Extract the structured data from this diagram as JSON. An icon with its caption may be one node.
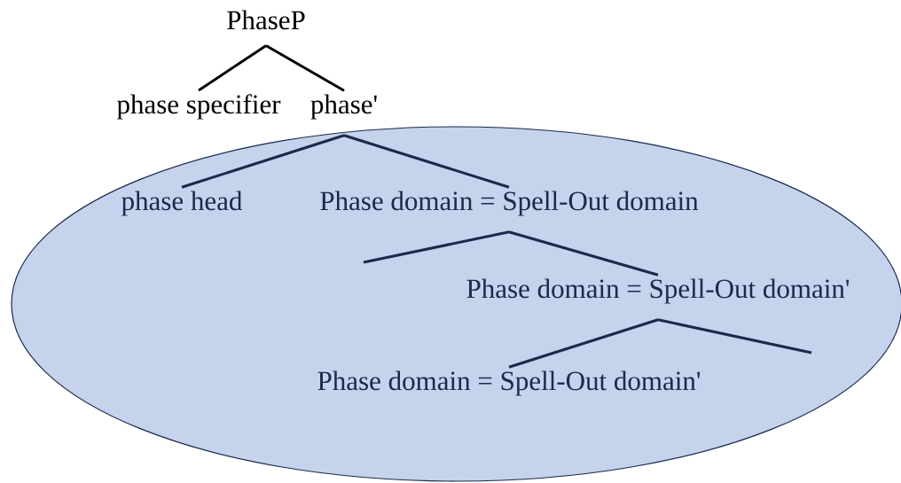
{
  "diagram": {
    "nodes": [
      {
        "text": [
          "PhaseP"
        ]
      },
      {
        "text": [
          "phase specifier"
        ]
      },
      {
        "text": [
          "phase'"
        ]
      },
      {
        "text": [],
        "shape": "ellipse"
      },
      {
        "text": [
          "phase head"
        ],
        "in": 3
      },
      {
        "text": [
          "Phase domain = Spell-Out domain"
        ],
        "in": 3
      },
      {
        "text": [
          "Phase domain = Spell-Out domain'"
        ],
        "in": 3
      },
      {
        "text": [
          "Phase domain = Spell-Out domain'"
        ],
        "in": 3
      }
    ],
    "edges": [
      {
        "from": 0,
        "to": 1,
        "arrow": "none",
        "color": "#000000"
      },
      {
        "from": 0,
        "to": 2,
        "arrow": "none",
        "color": "#000000"
      },
      {
        "from": 2,
        "to": 4,
        "arrow": "none"
      },
      {
        "from": 2,
        "to": 5,
        "arrow": "none"
      },
      {
        "from": 5,
        "to": null,
        "arrow": "none"
      },
      {
        "from": 5,
        "to": 6,
        "arrow": "none"
      },
      {
        "from": 6,
        "to": 7,
        "arrow": "none"
      },
      {
        "from": 6,
        "to": null,
        "arrow": "none"
      }
    ]
  }
}
